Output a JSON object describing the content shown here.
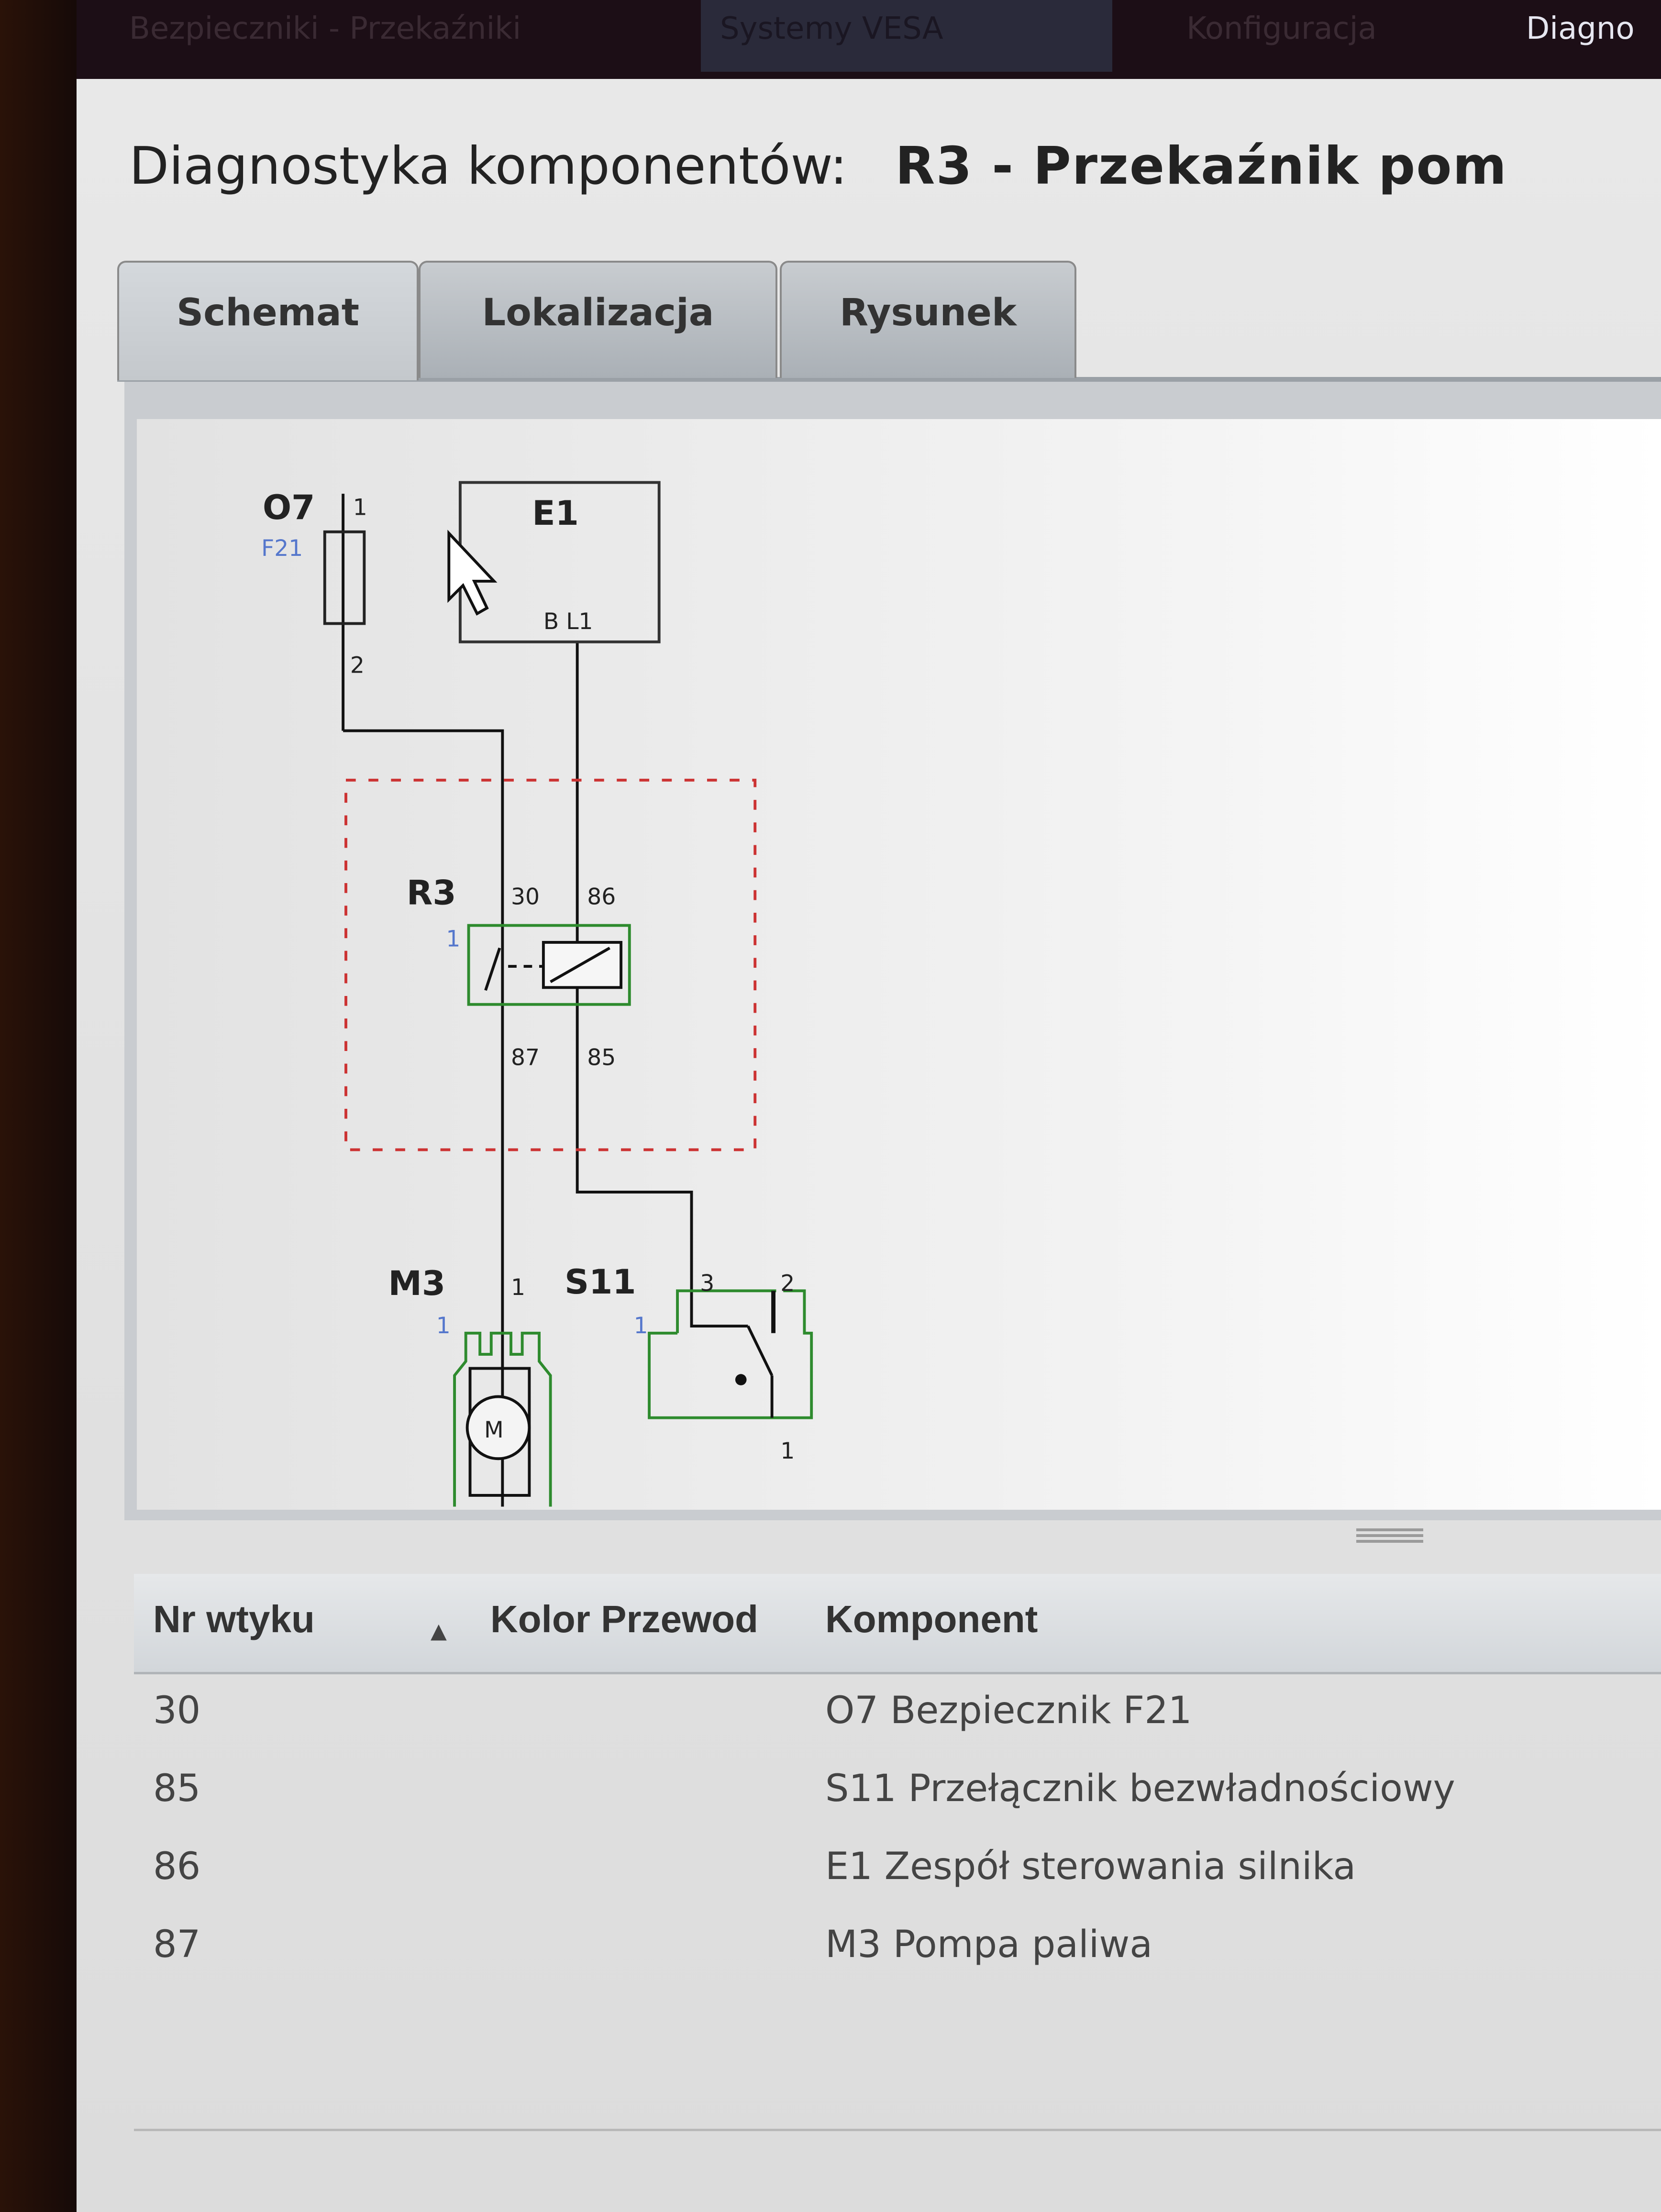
{
  "top_nav": {
    "tabs": [
      {
        "label": "Bezpieczniki - Przekaźniki"
      },
      {
        "label": "Systemy VESA"
      },
      {
        "label": "Konfiguracja"
      },
      {
        "label": "Diagno"
      }
    ]
  },
  "header": {
    "title_prefix": "Diagnostyka komponentów:",
    "component": "R3 - Przekaźnik pom"
  },
  "tabs": [
    {
      "label": "Schemat"
    },
    {
      "label": "Lokalizacja"
    },
    {
      "label": "Rysunek"
    }
  ],
  "schematic": {
    "o7": "O7",
    "o7_pin1": "1",
    "o7_sub": "F21",
    "o7_pin2": "2",
    "e1": "E1",
    "e1_pin": "B L1",
    "r3": "R3",
    "r3_pin30": "30",
    "r3_pin86": "86",
    "r3_pin87": "87",
    "r3_pin85": "85",
    "r3_sub": "1",
    "m3": "M3",
    "m3_pin1": "1",
    "m3_sub": "1",
    "motor": "M",
    "s11": "S11",
    "s11_pin3": "3",
    "s11_pin2": "2",
    "s11_pin1": "1",
    "s11_sub": "1",
    "colors": {
      "wire": "#111111",
      "component": "#2e8b2e",
      "module_border": "#cc3333",
      "sub_label": "#5577cc"
    }
  },
  "table": {
    "columns": [
      "Nr wtyku",
      "Kolor Przewod",
      "Komponent"
    ],
    "sort_icon": "sort-ascending-icon",
    "rows": [
      {
        "pin": "30",
        "color": "",
        "component": "O7 Bezpiecznik F21"
      },
      {
        "pin": "85",
        "color": "",
        "component": "S11 Przełącznik bezwładnościowy"
      },
      {
        "pin": "86",
        "color": "",
        "component": "E1 Zespół sterowania silnika"
      },
      {
        "pin": "87",
        "color": "",
        "component": "M3 Pompa paliwa"
      }
    ]
  }
}
